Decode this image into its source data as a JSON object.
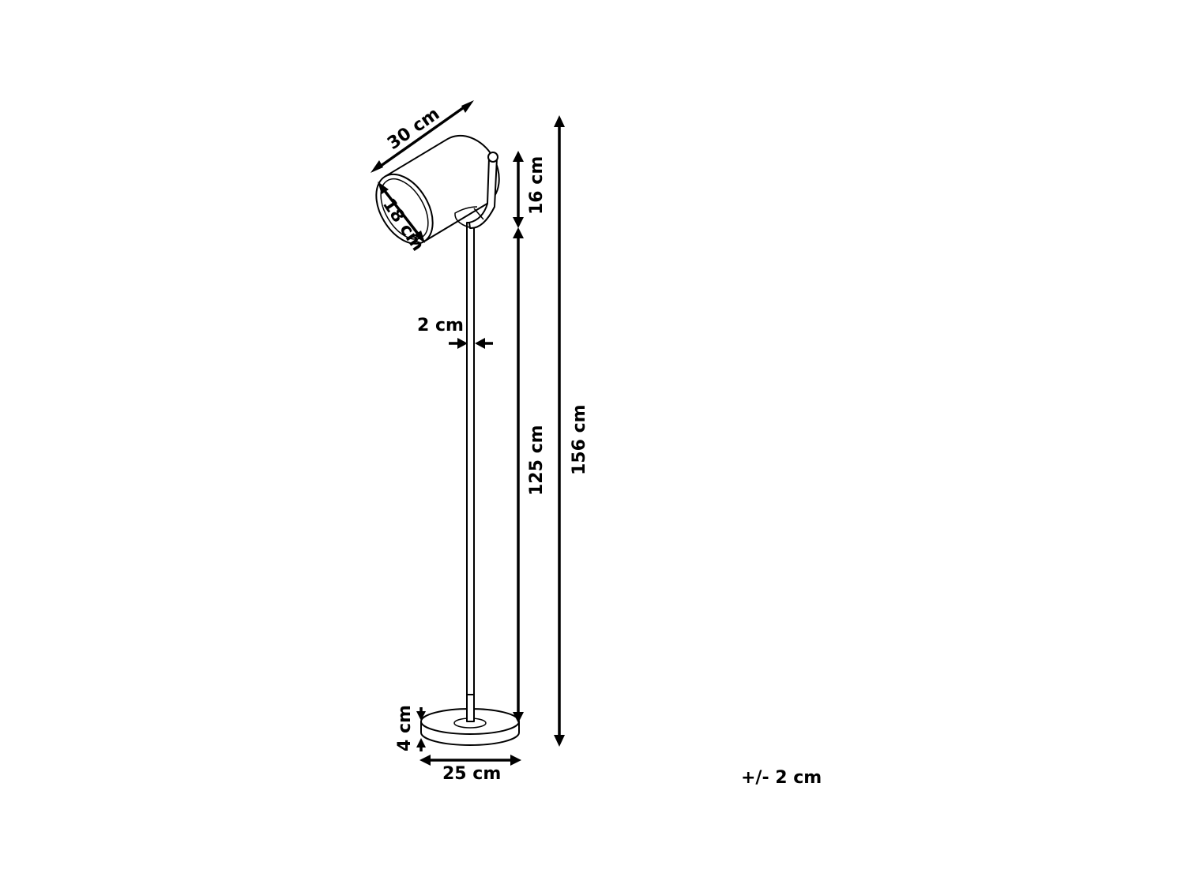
{
  "diagram": {
    "product": "floor-lamp",
    "dimensions": {
      "shade_length": "30 cm",
      "shade_diameter": "18 cm",
      "head_height": "16 cm",
      "pole_height": "125 cm",
      "total_height": "156 cm",
      "pole_diameter": "2 cm",
      "base_height": "4 cm",
      "base_diameter": "25 cm"
    },
    "tolerance": "+/- 2 cm"
  }
}
